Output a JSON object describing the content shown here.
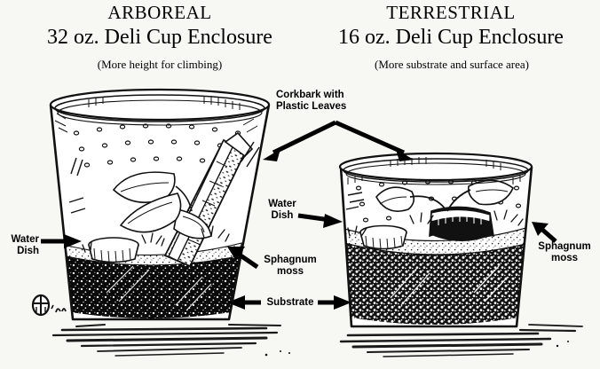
{
  "background_color": "#f7f7f4",
  "ink_color": "#000000",
  "panels": {
    "left": {
      "kicker": "ARBOREAL",
      "title": "32 oz. Deli Cup Enclosure",
      "subtitle": "(More height for climbing)"
    },
    "right": {
      "kicker": "TERRESTRIAL",
      "title": "16 oz. Deli Cup Enclosure",
      "subtitle": "(More substrate and surface area)"
    }
  },
  "callouts": {
    "corkbark": "Corkbark with\nPlastic Leaves",
    "corkbark_line1": "Corkbark with",
    "corkbark_line2": "Plastic Leaves",
    "water_dish_left_line1": "Water",
    "water_dish_left_line2": "Dish",
    "water_dish_center_line1": "Water",
    "water_dish_center_line2": "Dish",
    "sphagnum_center_line1": "Sphagnum",
    "sphagnum_center_line2": "moss",
    "sphagnum_right_line1": "Sphagnum",
    "sphagnum_right_line2": "moss",
    "substrate": "Substrate"
  },
  "artwork": {
    "style": "pen-and-ink line drawing",
    "left_cup": {
      "name": "tall-tapered-deli-cup",
      "contents": [
        "ventilation-holes",
        "corkbark-branch-vertical",
        "plastic-leaves",
        "water-dish",
        "sphagnum-moss-layer",
        "dark-substrate-layer"
      ]
    },
    "right_cup": {
      "name": "short-wide-deli-cup",
      "contents": [
        "ventilation-holes",
        "corkbark-branch-horizontal",
        "plastic-leaves",
        "water-dish",
        "sphagnum-moss-layer",
        "dark-substrate-layer"
      ]
    },
    "ground_shadow": "hatched-shadow",
    "signature": "artist-monogram"
  }
}
